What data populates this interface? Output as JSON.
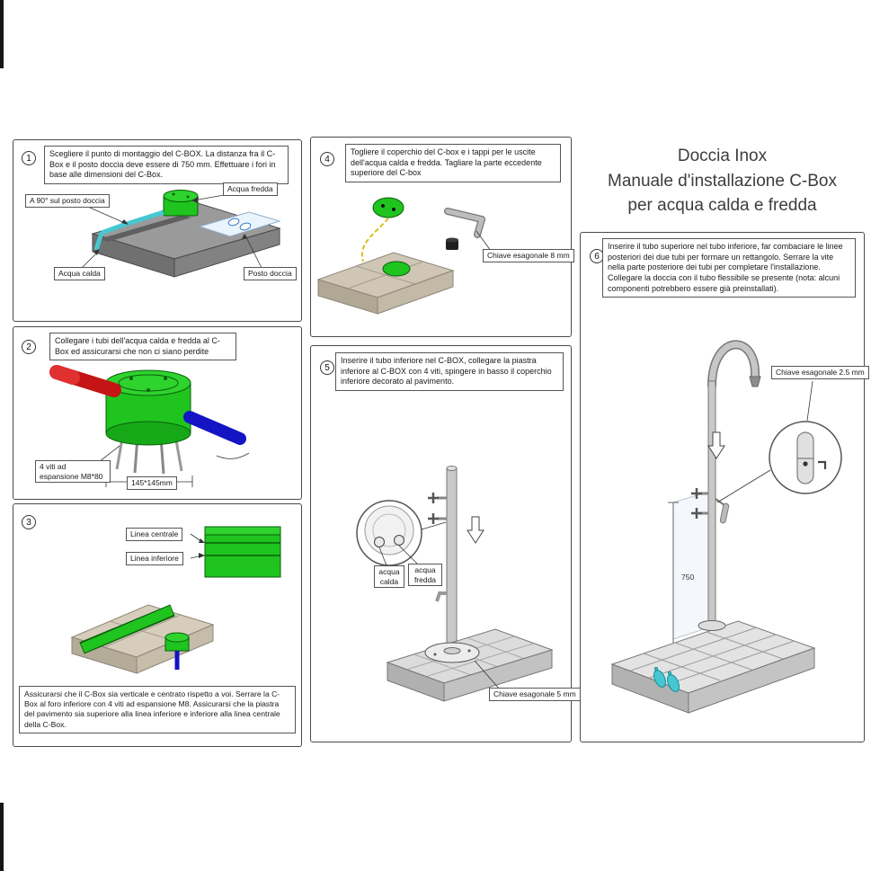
{
  "title": {
    "line1": "Doccia Inox",
    "line2": "Manuale d'installazione C-Box",
    "line3": "per acqua calda e fredda"
  },
  "steps": {
    "s1": {
      "num": "1",
      "text": "Scegliere il punto di montaggio del C-BOX. La distanza fra il C-Box e il posto doccia deve essere di 750 mm. Effettuare i fori in base alle dimensioni del C-Box.",
      "labels": {
        "angle": "A 90° sul posto doccia",
        "cold": "Acqua fredda",
        "hot": "Acqua calda",
        "spot": "Posto doccia"
      }
    },
    "s2": {
      "num": "2",
      "text": "Collegare i tubi dell'acqua calda e fredda al C-Box ed assicurarsi che non ci siano perdite",
      "labels": {
        "screws": "4 viti ad espansione M8*80",
        "dim": "145*145mm"
      }
    },
    "s3": {
      "num": "3",
      "text": "Assicurarsi che il C-Box sia verticale e centrato rispetto a voi. Serrare la C-Box al foro inferiore con 4 viti ad espansione M8. Assicurarsi che la piastra del pavimento sia superiore alla linea inferiore e inferiore alla linea centrale della C-Box.",
      "labels": {
        "center": "Linea centrale",
        "lower": "Linea inferiore"
      }
    },
    "s4": {
      "num": "4",
      "text": "Togliere il coperchio del C-box e i tappi per le uscite dell'acqua calda e fredda. Tagliare la parte eccedente superiore del C-box",
      "labels": {
        "wrench": "Chiave esagonale 8 mm"
      }
    },
    "s5": {
      "num": "5",
      "text": "Inserire il tubo inferiore nel C-BOX, collegare la piastra inferiore al C-BOX con 4 viti, spingere in basso il coperchio inferiore decorato al pavimento.",
      "labels": {
        "hot": "acqua calda",
        "cold": "acqua fredda",
        "wrench": "Chiave esagonale 5 mm"
      }
    },
    "s6": {
      "num": "6",
      "text": "Inserire il tubo superiore nel tubo inferiore, far combaciare le linee posteriori dei due tubi per formare un rettangolo. Serrare la vite nella parte posteriore dei tubi per completare l'installazione. Collegare la doccia con il tubo flessibile se presente (nota: alcuni componenti potrebbero essere già preinstallati).",
      "labels": {
        "wrench": "Chiave esagonale 2.5 mm",
        "dim": "750"
      }
    }
  },
  "colors": {
    "green": "#1fc41f",
    "hot": "#c41414",
    "cold": "#1414c4",
    "cyan": "#45c8d2"
  }
}
